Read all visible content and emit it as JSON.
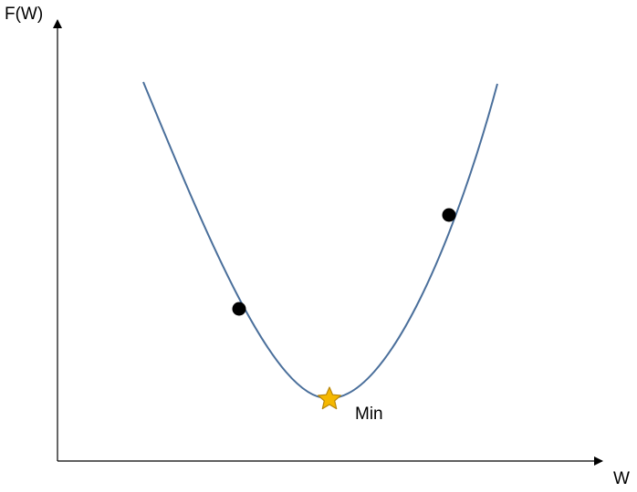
{
  "labels": {
    "y_axis": "F(W)",
    "x_axis": "W",
    "minimum": "Min"
  },
  "colors": {
    "axis": "#000000",
    "curve": "#4a6f9b",
    "point": "#000000",
    "star_fill": "#f5b800",
    "star_stroke": "#b8860b"
  },
  "markers": {
    "points": [
      "left-point",
      "right-point"
    ],
    "minimum": "star-icon"
  }
}
